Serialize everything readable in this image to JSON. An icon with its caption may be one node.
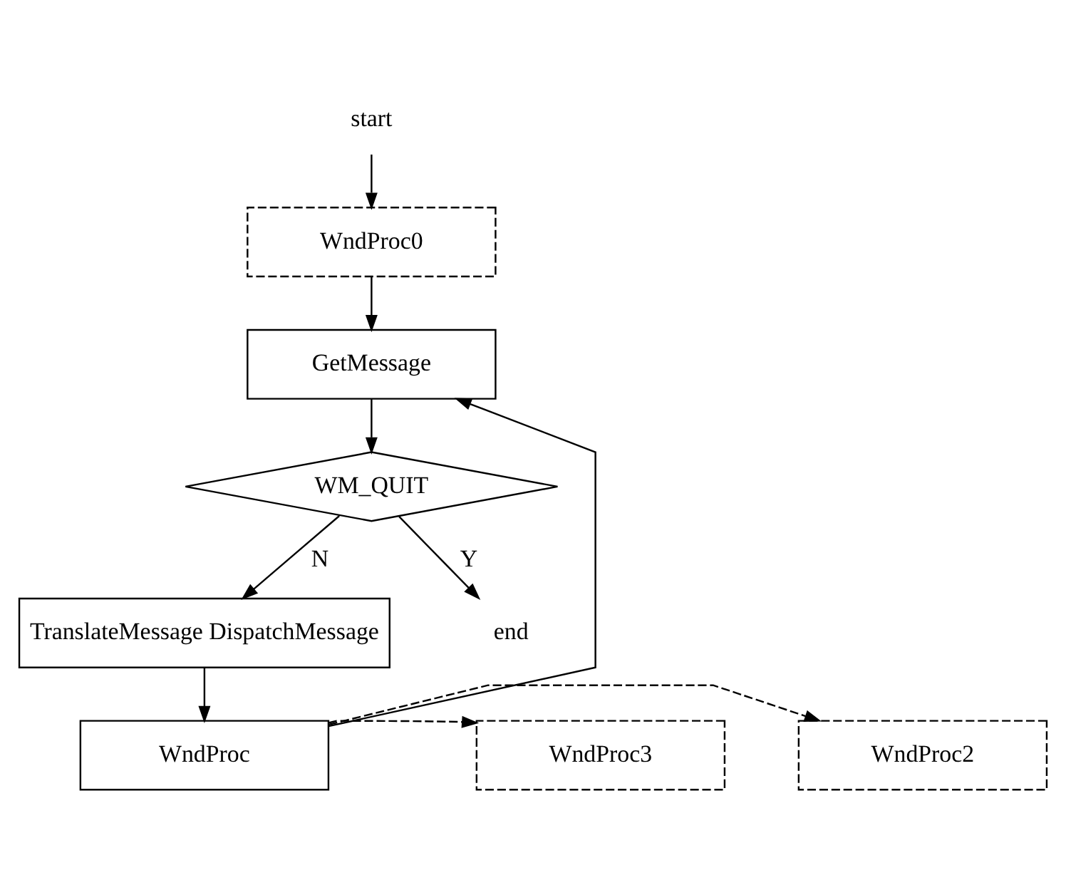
{
  "diagram": {
    "nodes": [
      {
        "text": [
          "start"
        ]
      },
      {
        "text": [
          "WndProc0"
        ]
      },
      {
        "text": [
          "GetMessage"
        ]
      },
      {
        "text": [
          "WM_QUIT"
        ]
      },
      {
        "text": [
          "TranslateMessage DispatchMessage"
        ]
      },
      {
        "text": [
          "WndProc2"
        ]
      },
      {
        "text": [
          "WndProc"
        ]
      },
      {
        "text": [
          "WndProc3"
        ]
      },
      {
        "text": [
          "end"
        ]
      }
    ],
    "edges": [
      {
        "from": 0,
        "to": 1,
        "arrow": "to"
      },
      {
        "from": 1,
        "to": 2,
        "arrow": "to"
      },
      {
        "from": 2,
        "to": 3,
        "arrow": "to"
      },
      {
        "from": 3,
        "to": 4,
        "arrow": "to",
        "label": "N"
      },
      {
        "from": 4,
        "to": 6,
        "arrow": "to"
      },
      {
        "from": 6,
        "to": 5,
        "arrow": "to",
        "style": "dashed"
      },
      {
        "from": 6,
        "to": 7,
        "arrow": "to",
        "style": "dashed"
      },
      {
        "from": 6,
        "to": 2,
        "arrow": "to"
      },
      {
        "from": 3,
        "to": 8,
        "arrow": "to",
        "label": "Y"
      }
    ]
  }
}
